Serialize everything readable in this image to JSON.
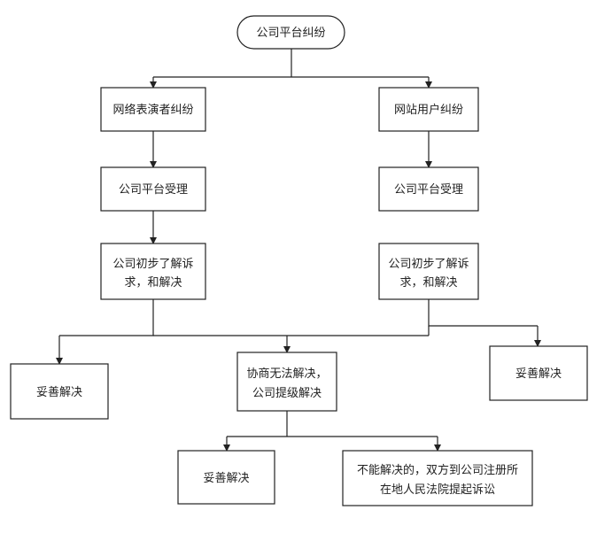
{
  "nodes": {
    "root": "公司平台纠纷",
    "left_l1": "网络表演者纠纷",
    "right_l1": "网站用户纠纷",
    "left_l2": "公司平台受理",
    "right_l2": "公司平台受理",
    "left_l3": [
      "公司初步了解诉",
      "求，和解决"
    ],
    "right_l3": [
      "公司初步了解诉",
      "求，和解决"
    ],
    "resolve_left": "妥善解决",
    "negotiate": [
      "协商无法解决，",
      "公司提级解决"
    ],
    "resolve_right": "妥善解决",
    "resolve_bottom": "妥善解决",
    "lawsuit": [
      "不能解决的，双方到公司注册所",
      "在地人民法院提起诉讼"
    ]
  },
  "colors": {
    "stroke": "#222222",
    "text": "#222222",
    "background": "#ffffff"
  }
}
